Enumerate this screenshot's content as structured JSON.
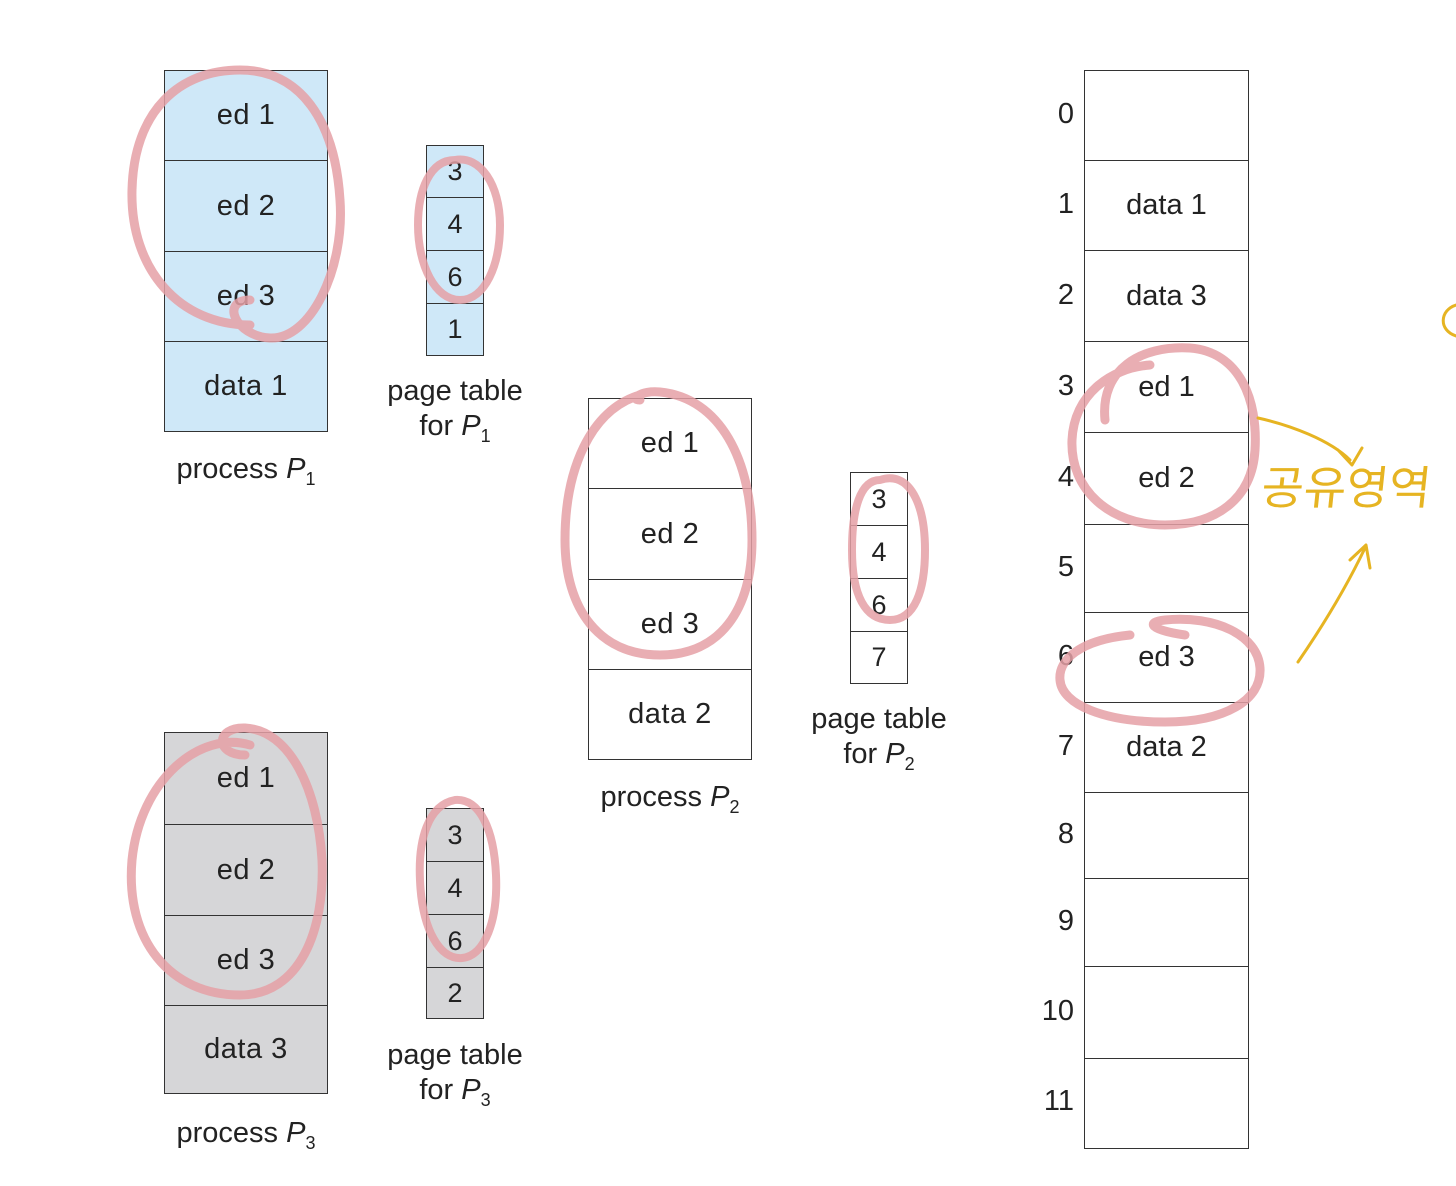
{
  "colors": {
    "p1_fill": "#cfe8f8",
    "p3_fill": "#d6d6d8",
    "p2_fill": "#ffffff",
    "circle": "#e5a0a6",
    "annotation": "#e6b422"
  },
  "process_p1": {
    "cells": [
      "ed 1",
      "ed 2",
      "ed 3",
      "data 1"
    ],
    "caption": "process ",
    "caption_var": "P",
    "caption_sub": "1"
  },
  "page_table_p1": {
    "entries": [
      "3",
      "4",
      "6",
      "1"
    ],
    "caption_line1": "page table",
    "caption_line2": "for ",
    "caption_var": "P",
    "caption_sub": "1"
  },
  "process_p2": {
    "cells": [
      "ed 1",
      "ed 2",
      "ed 3",
      "data 2"
    ],
    "caption": "process ",
    "caption_var": "P",
    "caption_sub": "2"
  },
  "page_table_p2": {
    "entries": [
      "3",
      "4",
      "6",
      "7"
    ],
    "caption_line1": "page table",
    "caption_line2": "for ",
    "caption_var": "P",
    "caption_sub": "2"
  },
  "process_p3": {
    "cells": [
      "ed 1",
      "ed 2",
      "ed 3",
      "data 3"
    ],
    "caption": "process ",
    "caption_var": "P",
    "caption_sub": "3"
  },
  "page_table_p3": {
    "entries": [
      "3",
      "4",
      "6",
      "2"
    ],
    "caption_line1": "page table",
    "caption_line2": "for ",
    "caption_var": "P",
    "caption_sub": "3"
  },
  "physical_memory": {
    "frames": [
      {
        "num": "0",
        "content": ""
      },
      {
        "num": "1",
        "content": "data 1"
      },
      {
        "num": "2",
        "content": "data 3"
      },
      {
        "num": "3",
        "content": "ed 1"
      },
      {
        "num": "4",
        "content": "ed 2"
      },
      {
        "num": "5",
        "content": ""
      },
      {
        "num": "6",
        "content": "ed 3"
      },
      {
        "num": "7",
        "content": "data 2"
      },
      {
        "num": "8",
        "content": ""
      },
      {
        "num": "9",
        "content": ""
      },
      {
        "num": "10",
        "content": ""
      },
      {
        "num": "11",
        "content": ""
      }
    ]
  },
  "annotation": {
    "text": "공유영역"
  }
}
